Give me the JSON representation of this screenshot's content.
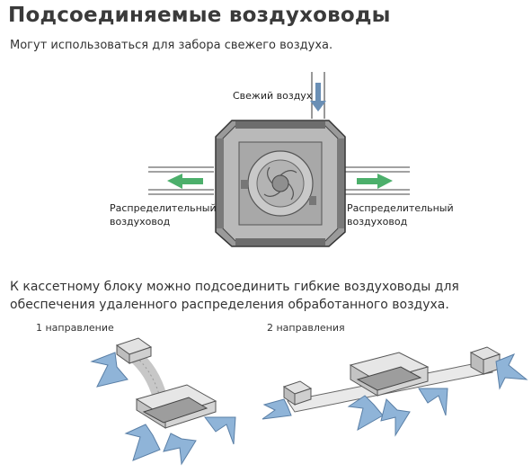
{
  "heading": "Подсоединяемые воздуховоды",
  "subheading": "Могут использоваться для забора свежего воздуха.",
  "diagram": {
    "fresh_air": "Свежий воздух",
    "left_duct_line1": "Распределительный",
    "left_duct_line2": "воздуховод",
    "right_duct_line1": "Распределительный",
    "right_duct_line2": "воздуховод"
  },
  "body_text": "К кассетному блоку можно подсоединить гибкие воздуховоды для обеспечения удаленного распределения обработанного воздуха.",
  "captions": {
    "one_direction": "1 направление",
    "two_directions": "2 направления"
  },
  "colors": {
    "duct_arrow": "#4caf6b",
    "airflow": "#8fb4d8",
    "fresh_arrow": "#6a8fb5"
  }
}
